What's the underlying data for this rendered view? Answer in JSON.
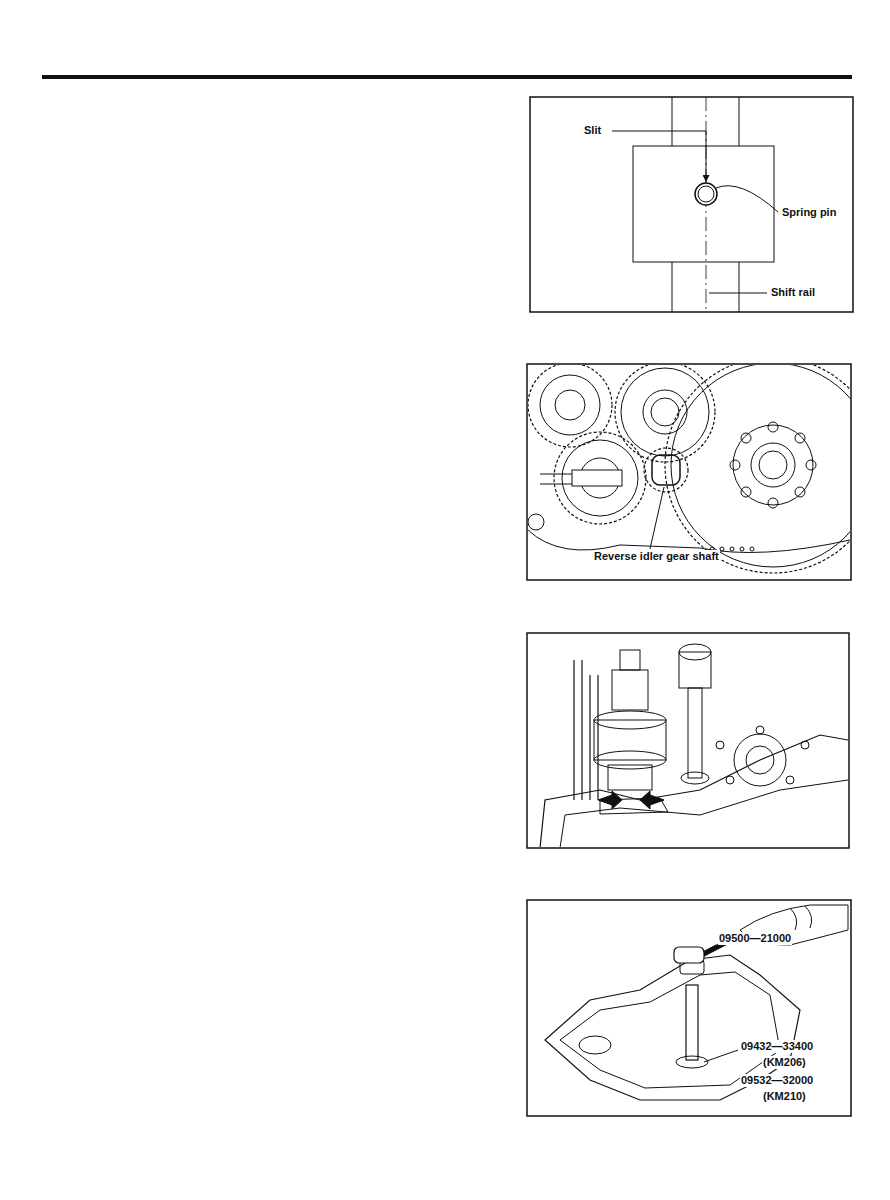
{
  "diagram": {
    "labels": [
      "Slit",
      "Spring pin",
      "Shift rail",
      "Reverse idler gear shaft",
      "09500—21000",
      "09432—33400",
      "(KM206)",
      "09532—32000",
      "(KM210)"
    ]
  }
}
